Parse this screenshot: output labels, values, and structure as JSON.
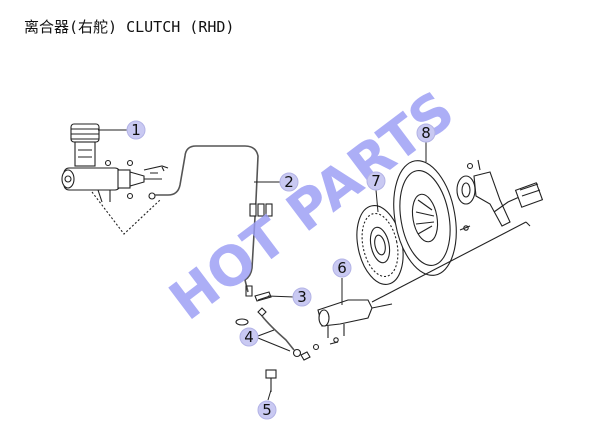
{
  "title": "离合器(右舵) CLUTCH (RHD)",
  "watermark": "HOT PARTS",
  "callouts": [
    {
      "num": "1",
      "part": "clutch-master-cylinder"
    },
    {
      "num": "2",
      "part": "clutch-pipe"
    },
    {
      "num": "3",
      "part": "clip"
    },
    {
      "num": "4",
      "part": "clutch-hose"
    },
    {
      "num": "5",
      "part": "bleeder-bolt"
    },
    {
      "num": "6",
      "part": "clutch-slave-cylinder"
    },
    {
      "num": "7",
      "part": "clutch-disc"
    },
    {
      "num": "8",
      "part": "clutch-pressure-plate"
    }
  ]
}
